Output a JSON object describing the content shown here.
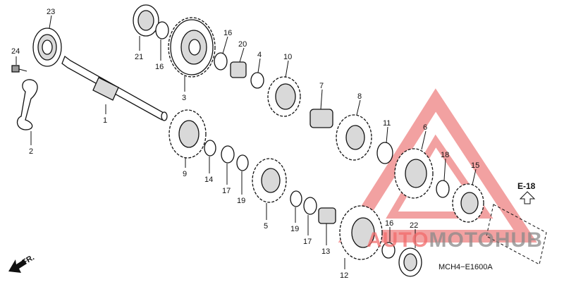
{
  "diagram": {
    "callouts": [
      {
        "id": "p23",
        "text": "23"
      },
      {
        "id": "p24",
        "text": "24"
      },
      {
        "id": "p2",
        "text": "2"
      },
      {
        "id": "p1",
        "text": "1"
      },
      {
        "id": "p21",
        "text": "21"
      },
      {
        "id": "p16a",
        "text": "16"
      },
      {
        "id": "p3",
        "text": "3"
      },
      {
        "id": "p16b",
        "text": "16"
      },
      {
        "id": "p20",
        "text": "20"
      },
      {
        "id": "p4",
        "text": "4"
      },
      {
        "id": "p10",
        "text": "10"
      },
      {
        "id": "p7",
        "text": "7"
      },
      {
        "id": "p8",
        "text": "8"
      },
      {
        "id": "p11",
        "text": "11"
      },
      {
        "id": "p6",
        "text": "6"
      },
      {
        "id": "p18",
        "text": "18"
      },
      {
        "id": "p15",
        "text": "15"
      },
      {
        "id": "p9",
        "text": "9"
      },
      {
        "id": "p14",
        "text": "14"
      },
      {
        "id": "p17a",
        "text": "17"
      },
      {
        "id": "p19a",
        "text": "19"
      },
      {
        "id": "p5",
        "text": "5"
      },
      {
        "id": "p19b",
        "text": "19"
      },
      {
        "id": "p17b",
        "text": "17"
      },
      {
        "id": "p13",
        "text": "13"
      },
      {
        "id": "p12",
        "text": "12"
      },
      {
        "id": "p16c",
        "text": "16"
      },
      {
        "id": "p22",
        "text": "22"
      }
    ],
    "ref_label": "E-18",
    "front_label": "FR.",
    "diagram_code": "MCH4−E1600A",
    "watermark": {
      "part1": "AUTO",
      "part2": "MOTOHUB",
      "color1": "#f26b6b",
      "color2": "#8a8a8a"
    }
  }
}
